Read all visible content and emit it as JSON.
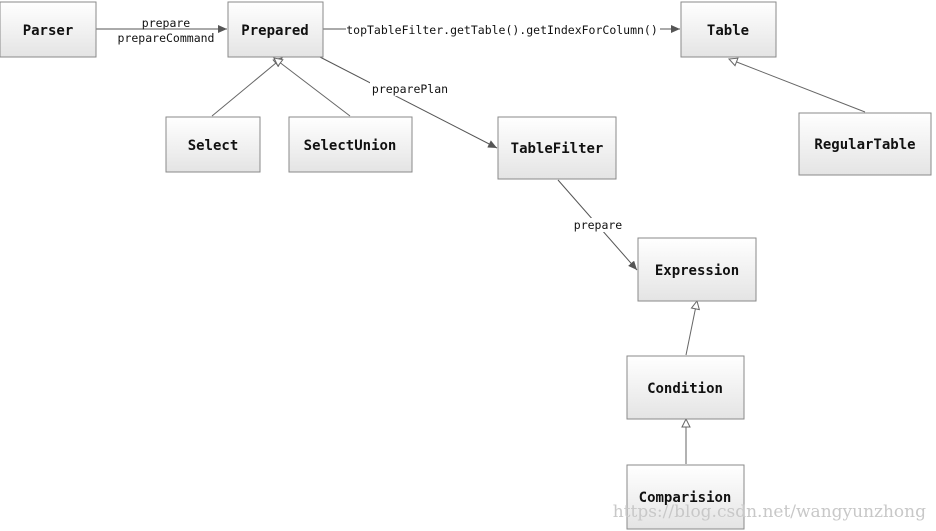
{
  "nodes": {
    "parser": "Parser",
    "prepared": "Prepared",
    "table": "Table",
    "select": "Select",
    "select_union": "SelectUnion",
    "table_filter": "TableFilter",
    "regular_table": "RegularTable",
    "expression": "Expression",
    "condition": "Condition",
    "comparision": "Comparision"
  },
  "edge_labels": {
    "parser_prepared_1": "prepare",
    "parser_prepared_2": "prepareCommand",
    "prepared_table": "topTableFilter.getTable().getIndexForColumn()",
    "prepared_tablefilter": "preparePlan",
    "tablefilter_expression": "prepare"
  },
  "watermark": "https://blog.csdn.net/wangyunzhong",
  "colors": {
    "box_border": "#8a8a8a",
    "box_fill_top": "#ffffff",
    "box_fill_bottom": "#e6e6e6",
    "line": "#555555",
    "text": "#111111"
  }
}
